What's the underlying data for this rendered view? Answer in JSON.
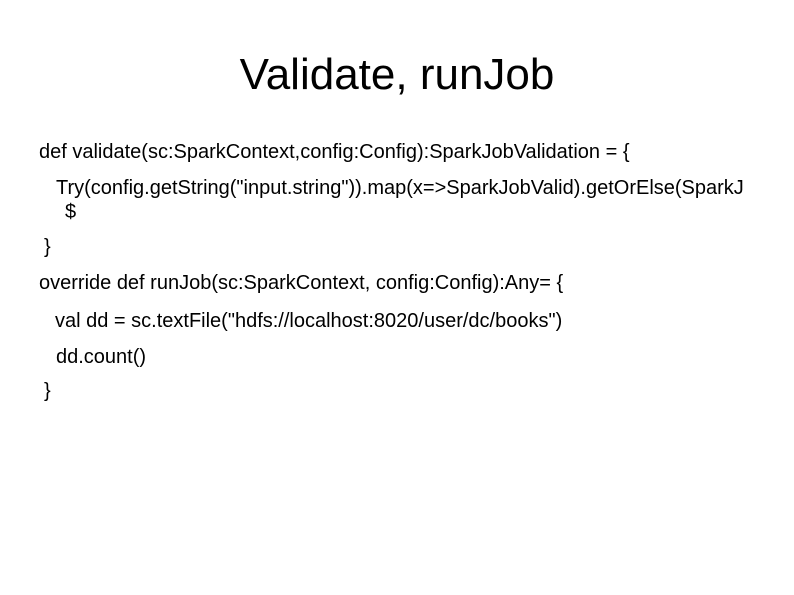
{
  "slide": {
    "title": "Validate, runJob",
    "code_lines": [
      "def validate(sc:SparkContext,config:Config):SparkJobValidation = {",
      "Try(config.getString(\"input.string\")).map(x=>SparkJobValid).getOrElse(SparkJ",
      "$",
      "}",
      "override def runJob(sc:SparkContext, config:Config):Any= {",
      "val dd = sc.textFile(\"hdfs://localhost:8020/user/dc/books\")",
      "dd.count()",
      "}"
    ],
    "colors": {
      "background": "#ffffff",
      "text": "#000000"
    }
  }
}
